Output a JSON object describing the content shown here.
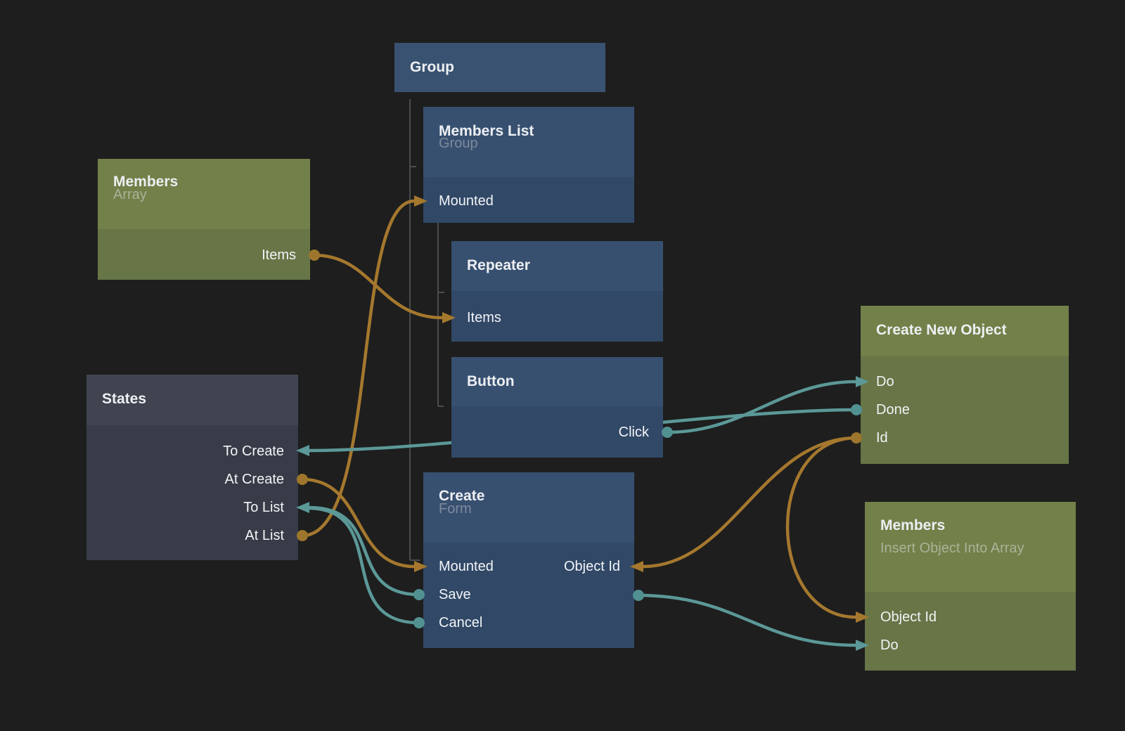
{
  "colors": {
    "background": "#1e1e1e",
    "wire_orange": "#a5782e",
    "wire_teal": "#5c9898",
    "tree_line": "#4b4c4e",
    "node_blue_header": "#385070",
    "node_blue_body": "#314867",
    "node_green_header": "#728049",
    "node_green_body": "#677547",
    "node_gray_header": "#3f4450",
    "node_gray_body": "#373c48"
  },
  "nodes": {
    "group": {
      "title": "Group"
    },
    "members_list": {
      "title": "Members List",
      "subtitle": "Group",
      "ports": [
        {
          "label": "Mounted",
          "direction": "input",
          "color": "orange"
        }
      ]
    },
    "members_array": {
      "title": "Members",
      "subtitle": "Array",
      "ports": [
        {
          "label": "Items",
          "direction": "output",
          "color": "orange"
        }
      ]
    },
    "repeater": {
      "title": "Repeater",
      "ports": [
        {
          "label": "Items",
          "direction": "input",
          "color": "orange"
        }
      ]
    },
    "button": {
      "title": "Button",
      "ports": [
        {
          "label": "Click",
          "direction": "output",
          "color": "teal"
        }
      ]
    },
    "states": {
      "title": "States",
      "ports": [
        {
          "label": "To Create",
          "direction": "input",
          "color": "teal"
        },
        {
          "label": "At Create",
          "direction": "output",
          "color": "orange"
        },
        {
          "label": "To List",
          "direction": "input",
          "color": "teal"
        },
        {
          "label": "At List",
          "direction": "output",
          "color": "orange"
        }
      ]
    },
    "create": {
      "title": "Create",
      "subtitle": "Form",
      "ports": [
        {
          "label": "Mounted",
          "direction": "input",
          "color": "orange"
        },
        {
          "label": "Save",
          "direction": "output",
          "color": "teal"
        },
        {
          "label": "Cancel",
          "direction": "output",
          "color": "teal"
        },
        {
          "label": "Object Id",
          "direction": "input",
          "color": "orange"
        }
      ]
    },
    "create_new_object": {
      "title": "Create New Object",
      "ports": [
        {
          "label": "Do",
          "direction": "input",
          "color": "teal"
        },
        {
          "label": "Done",
          "direction": "output",
          "color": "teal"
        },
        {
          "label": "Id",
          "direction": "output",
          "color": "orange"
        }
      ]
    },
    "members_insert": {
      "title": "Members",
      "subtitle": "Insert Object Into Array",
      "ports": [
        {
          "label": "Object Id",
          "direction": "input",
          "color": "orange"
        },
        {
          "label": "Do",
          "direction": "input",
          "color": "teal"
        }
      ]
    }
  },
  "connections": [
    {
      "from": "Members.Items",
      "to": "Repeater.Items",
      "color": "orange"
    },
    {
      "from": "States.At List",
      "to": "Members List.Mounted",
      "color": "orange"
    },
    {
      "from": "States.At Create",
      "to": "Create.Mounted",
      "color": "orange"
    },
    {
      "from": "Create New Object.Id",
      "to": "Create.Object Id",
      "color": "orange"
    },
    {
      "from": "Create New Object.Id",
      "to": "Members.Object Id",
      "color": "orange"
    },
    {
      "from": "Button.Click",
      "to": "Create New Object.Do",
      "color": "teal"
    },
    {
      "from": "Create New Object.Done",
      "to": "States.To Create",
      "color": "teal"
    },
    {
      "from": "Create.Save",
      "to": "States.To List",
      "color": "teal"
    },
    {
      "from": "Create.Cancel",
      "to": "States.To List",
      "color": "teal"
    },
    {
      "from": "Create.Save",
      "to": "Members.Do",
      "color": "teal"
    }
  ],
  "hierarchy": [
    "Group > Members List",
    "Group > Create",
    "Members List > Repeater",
    "Members List > Button"
  ]
}
